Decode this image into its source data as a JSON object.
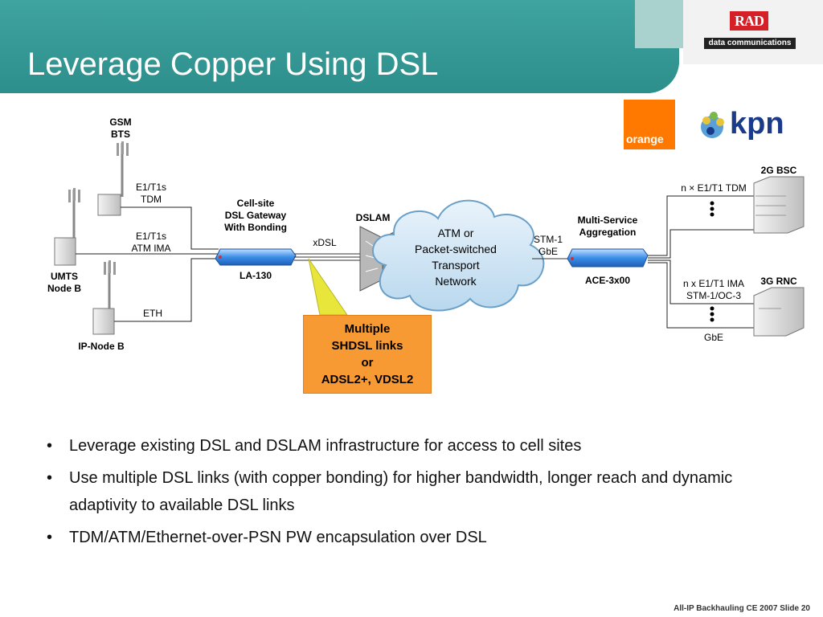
{
  "slide": {
    "title": "Leverage Copper Using DSL",
    "footer": "All-IP Backhauling CE 2007  Slide 20",
    "rad_logo_text": "RAD",
    "rad_subtitle": "data communications",
    "orange_logo_text": "orange",
    "kpn_logo_text": "kpn",
    "accent_color": "#3a9a96"
  },
  "diagram": {
    "gsm_bts": [
      "GSM",
      "BTS"
    ],
    "umts_node_b": [
      "UMTS",
      "Node B"
    ],
    "ip_node_b": "IP-Node B",
    "link_e1_tdm": [
      "E1/T1s",
      "TDM"
    ],
    "link_e1_atm": [
      "E1/T1s",
      "ATM IMA"
    ],
    "link_eth": "ETH",
    "cell_site_gateway": [
      "Cell-site",
      "DSL Gateway",
      "With Bonding"
    ],
    "la130": "LA-130",
    "xdsl": "xDSL",
    "dslam": "DSLAM",
    "cloud": [
      "ATM or",
      "Packet-switched",
      "Transport",
      "Network"
    ],
    "stm1_gbe": [
      "STM-1",
      "GbE"
    ],
    "msa": [
      "Multi-Service",
      "Aggregation"
    ],
    "ace": "ACE-3x00",
    "bsc_2g": "2G BSC",
    "rnc_3g": "3G RNC",
    "n_e1_tdm": "n × E1/T1 TDM",
    "n_e1_ima": "n x E1/T1 IMA",
    "stm1_oc3": "STM-1/OC-3",
    "gbe": "GbE",
    "callout": [
      "Multiple",
      "SHDSL links",
      "or",
      "ADSL2+, VDSL2"
    ]
  },
  "bullets": [
    "Leverage existing DSL and DSLAM infrastructure for access to cell sites",
    "Use multiple DSL links (with copper bonding) for higher bandwidth, longer reach and dynamic adaptivity to available DSL links",
    "TDM/ATM/Ethernet-over-PSN PW encapsulation over DSL"
  ]
}
